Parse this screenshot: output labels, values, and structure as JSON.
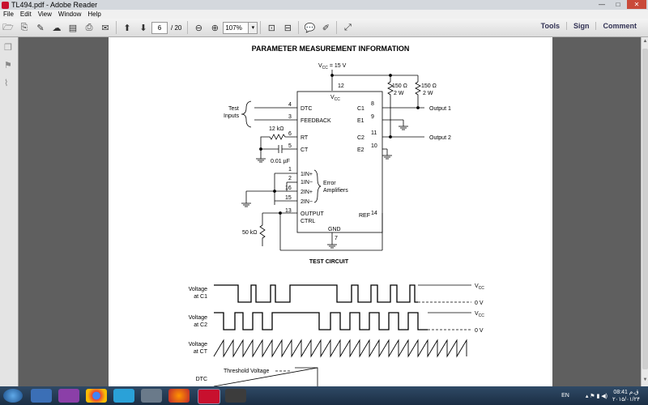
{
  "window": {
    "title": "TL494.pdf - Adobe Reader",
    "minimize": "—",
    "maximize": "□",
    "close": "✕"
  },
  "menu": [
    "File",
    "Edit",
    "View",
    "Window",
    "Help"
  ],
  "toolbar": {
    "page_current": "6",
    "page_total": "/ 20",
    "zoom": "107%",
    "zoom_arrow": "▾",
    "links": [
      "Tools",
      "Sign",
      "Comment"
    ]
  },
  "document": {
    "heading": "PARAMETER MEASUREMENT INFORMATION",
    "vcc_top": "V",
    "vcc_top_sub": "CC",
    "vcc_top_val": " = 15 V",
    "pins": {
      "p12": "12",
      "p4": "4",
      "p3": "3",
      "p6": "6",
      "p5": "5",
      "p1": "1",
      "p2": "2",
      "p16": "16",
      "p15": "15",
      "p13": "13",
      "p8": "8",
      "p9": "9",
      "p11": "11",
      "p10": "10",
      "p14": "14",
      "p7": "7"
    },
    "ic_labels": {
      "vcc": "V",
      "vcc_sub": "CC",
      "dtc": "DTC",
      "feedback": "FEEDBACK",
      "rt": "RT",
      "ct": "CT",
      "in1p": "1IN+",
      "in1m": "1IN−",
      "in2p": "2IN+",
      "in2m": "2IN−",
      "output": "OUTPUT",
      "ctrl": "CTRL",
      "gnd": "GND",
      "c1": "C1",
      "e1": "E1",
      "c2": "C2",
      "e2": "E2",
      "ref": "REF"
    },
    "components": {
      "r150a": "150 Ω",
      "r150a_w": "2 W",
      "r150b": "150 Ω",
      "r150b_w": "2 W",
      "r12k": "12 kΩ",
      "cap": "0.01 µF",
      "r50k": "50 kΩ"
    },
    "labels": {
      "test_inputs_1": "Test",
      "test_inputs_2": "Inputs",
      "error_amp_1": "Error",
      "error_amp_2": "Amplifiers",
      "output1": "Output 1",
      "output2": "Output 2",
      "test_circuit": "TEST CIRCUIT"
    },
    "waveforms": {
      "c1_label_1": "Voltage",
      "c1_label_2": "at C1",
      "c2_label_1": "Voltage",
      "c2_label_2": "at C2",
      "ct_label_1": "Voltage",
      "ct_label_2": "at CT",
      "dtc_label": "DTC",
      "threshold": "Threshold Voltage",
      "vcc": "V",
      "vcc_sub": "CC",
      "zero": "0 V"
    }
  },
  "system_tray": {
    "language": "EN",
    "time": "08:41 ق.م",
    "date": "۲۰۱۵/۰۱/۲۴"
  },
  "colors": {
    "taskbar": "#1b2e44",
    "accent": "#c8102e"
  }
}
